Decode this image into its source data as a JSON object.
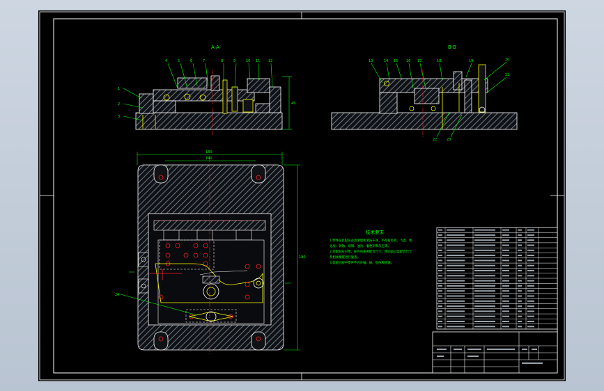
{
  "drawing": {
    "view_a_label": "A-A",
    "view_b_label": "B-B",
    "tech_req_title": "技术要求",
    "tech_req_lines": [
      "1.零件在装配前必须清理和清洗干净，不得有毛刺、飞边、氧",
      "化皮、锈蚀、切屑、油污、着色剂和灰尘等。",
      "2.装配前应对零、部件的主要配合尺寸，特别是过盈配合尺寸",
      "及相关精度进行复查。",
      "3.装配过程中零件不允许磕、碰、划伤和锈蚀。"
    ],
    "leaders_a": [
      "1",
      "2",
      "3",
      "4",
      "5",
      "6",
      "7",
      "8",
      "9",
      "10",
      "11",
      "12"
    ],
    "leaders_b": [
      "13",
      "14",
      "15",
      "16",
      "17",
      "18",
      "19",
      "20",
      "21",
      "22",
      "23"
    ],
    "leader_plan": "24",
    "dim_top_1": "180",
    "dim_top_2": "140",
    "dim_right": "190",
    "dim_sec_h": "45",
    "colors": {
      "outline": "#ffffff",
      "hatch": "#6e7b8a",
      "dim": "#00ff00",
      "center": "#ff2020",
      "part": "#ffff00",
      "frame": "#ffffff"
    }
  }
}
